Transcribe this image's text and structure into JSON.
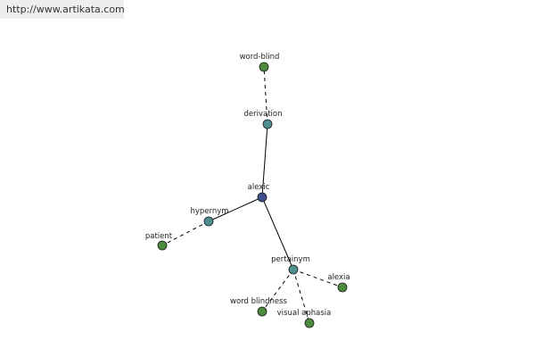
{
  "watermark": {
    "url": "http://www.artikata.com"
  },
  "colors": {
    "root": "#3f4f8c",
    "relation": "#4f8f8f",
    "word": "#4e8a3e"
  },
  "graph": {
    "nodes": [
      {
        "id": "alexic",
        "label": "alexic",
        "kind": "root"
      },
      {
        "id": "derivation",
        "label": "derivation",
        "kind": "relation"
      },
      {
        "id": "word-blind",
        "label": "word-blind",
        "kind": "word"
      },
      {
        "id": "hypernym",
        "label": "hypernym",
        "kind": "relation"
      },
      {
        "id": "patient",
        "label": "patient",
        "kind": "word"
      },
      {
        "id": "pertainym",
        "label": "pertainym",
        "kind": "relation"
      },
      {
        "id": "alexia",
        "label": "alexia",
        "kind": "word"
      },
      {
        "id": "word-blindness",
        "label": "word blindness",
        "kind": "word"
      },
      {
        "id": "visual-aphasia",
        "label": "visual aphasia",
        "kind": "word"
      }
    ],
    "edges": [
      {
        "from": "alexic",
        "to": "derivation",
        "style": "solid"
      },
      {
        "from": "derivation",
        "to": "word-blind",
        "style": "dashed"
      },
      {
        "from": "alexic",
        "to": "hypernym",
        "style": "solid"
      },
      {
        "from": "hypernym",
        "to": "patient",
        "style": "dashed"
      },
      {
        "from": "alexic",
        "to": "pertainym",
        "style": "solid"
      },
      {
        "from": "pertainym",
        "to": "alexia",
        "style": "dashed"
      },
      {
        "from": "pertainym",
        "to": "word-blindness",
        "style": "dashed"
      },
      {
        "from": "pertainym",
        "to": "visual-aphasia",
        "style": "dashed"
      }
    ]
  }
}
